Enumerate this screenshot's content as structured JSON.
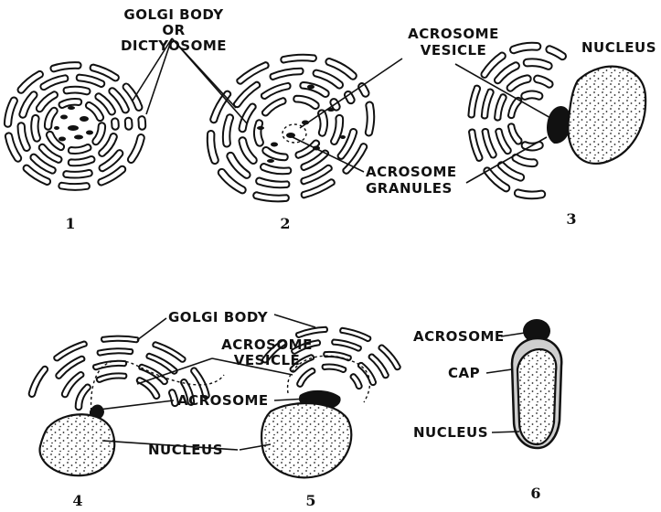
{
  "labels": {
    "golgi_line1": "GOLGI BODY",
    "golgi_line2": "OR",
    "golgi_line3": "DICTYOSOME",
    "acrosome_vesicle_top_1": "ACROSOME",
    "acrosome_vesicle_top_2": "VESICLE",
    "nucleus_top": "NUCLEUS",
    "acrosome_granules_1": "ACROSOME",
    "acrosome_granules_2": "GRANULES",
    "golgi_body_bottom": "GOLGI BODY",
    "acrosome_vesicle_bottom_1": "ACROSOME",
    "acrosome_vesicle_bottom_2": "VESICLE",
    "acrosome_bottom": "ACROSOME",
    "nucleus_bottom": "NUCLEUS",
    "acrosome_stage6": "ACROSOME",
    "cap": "CAP",
    "nucleus_stage6": "NUCLEUS"
  },
  "stage_numbers": [
    "1",
    "2",
    "3",
    "4",
    "5",
    "6"
  ],
  "colors": {
    "ink": "#111111",
    "paper": "#ffffff"
  }
}
